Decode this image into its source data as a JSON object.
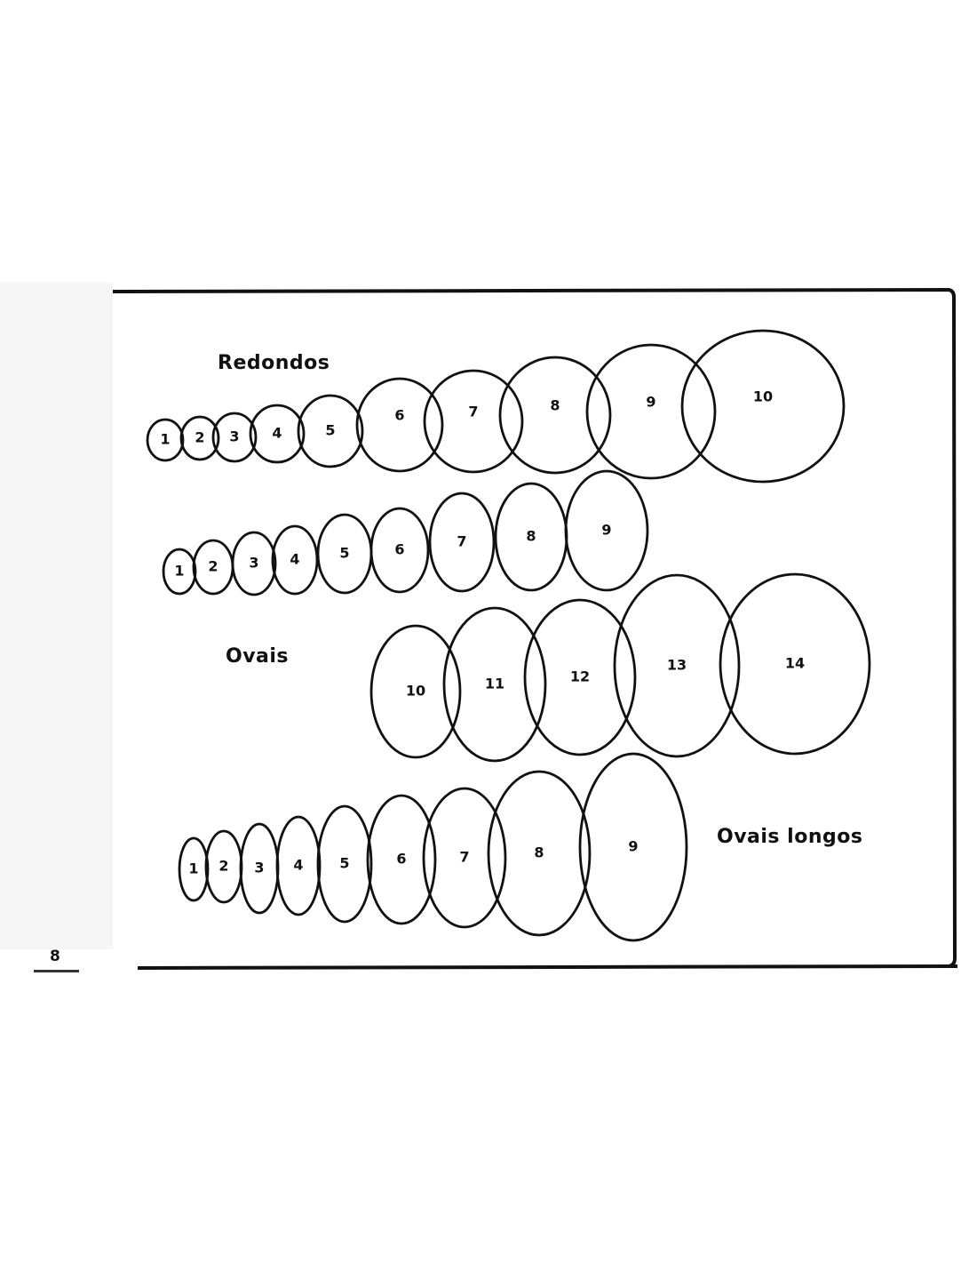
{
  "labels": {
    "redondos": "Redondos",
    "ovais": "Ovais",
    "ovais_longos": "Ovais longos"
  },
  "page_number": "8",
  "groups": [
    {
      "name": "redondos",
      "numbers": [
        "1",
        "2",
        "3",
        "4",
        "5",
        "6",
        "7",
        "8",
        "9",
        "10"
      ]
    },
    {
      "name": "ovais-row-1",
      "numbers": [
        "1",
        "2",
        "3",
        "4",
        "5",
        "6",
        "7",
        "8",
        "9"
      ]
    },
    {
      "name": "ovais-row-2",
      "numbers": [
        "10",
        "11",
        "12",
        "13",
        "14"
      ]
    },
    {
      "name": "ovais-longos",
      "numbers": [
        "1",
        "2",
        "3",
        "4",
        "5",
        "6",
        "7",
        "8",
        "9"
      ]
    }
  ]
}
